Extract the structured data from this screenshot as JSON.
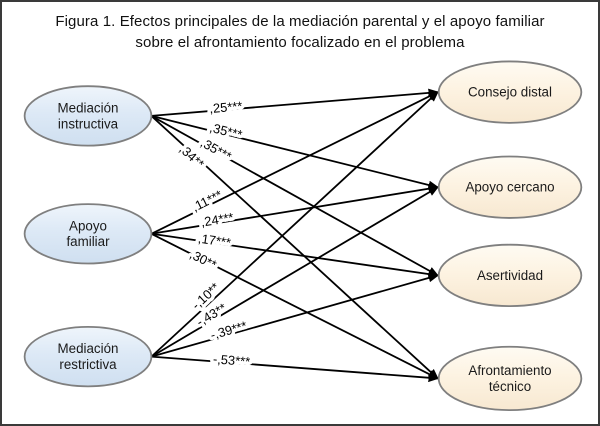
{
  "header": {
    "title_line1": "Figura 1. Efectos principales de la mediación parental y el apoyo familiar",
    "title_line2": "sobre el afrontamiento focalizado en el problema"
  },
  "colors": {
    "left_node_fill": "#dde9f6",
    "left_node_fill_light": "#eff5fb",
    "left_node_fill_dark": "#cfdff0",
    "right_node_fill": "#fdf3e2",
    "right_node_fill_light": "#fefbf3",
    "right_node_fill_dark": "#f7e8d1",
    "node_border": "#7f7f7f",
    "edge_color": "#000000",
    "background": "#ffffff",
    "frame_border": "#3a3a3a"
  },
  "chart_data": {
    "type": "path-diagram",
    "title": "Figura 1. Efectos principales de la mediación parental y el apoyo familiar sobre el afrontamiento focalizado en el problema",
    "left_nodes": [
      {
        "id": "mediacion_instructiva",
        "label_lines": [
          "Mediación",
          "instructiva"
        ]
      },
      {
        "id": "apoyo_familiar",
        "label_lines": [
          "Apoyo",
          "familiar"
        ]
      },
      {
        "id": "mediacion_restrictiva",
        "label_lines": [
          "Mediación",
          "restrictiva"
        ]
      }
    ],
    "right_nodes": [
      {
        "id": "consejo_distal",
        "label_lines": [
          "Consejo distal"
        ]
      },
      {
        "id": "apoyo_cercano",
        "label_lines": [
          "Apoyo cercano"
        ]
      },
      {
        "id": "asertividad",
        "label_lines": [
          "Asertividad"
        ]
      },
      {
        "id": "afrontamiento_tecnico",
        "label_lines": [
          "Afrontamiento",
          "técnico"
        ]
      }
    ],
    "edges": [
      {
        "from": "mediacion_instructiva",
        "to": "consejo_distal",
        "coefficient": ",25***"
      },
      {
        "from": "mediacion_instructiva",
        "to": "apoyo_cercano",
        "coefficient": ",35***"
      },
      {
        "from": "mediacion_instructiva",
        "to": "asertividad",
        "coefficient": ",35***"
      },
      {
        "from": "mediacion_instructiva",
        "to": "afrontamiento_tecnico",
        "coefficient": ",34**"
      },
      {
        "from": "apoyo_familiar",
        "to": "consejo_distal",
        "coefficient": ",11***"
      },
      {
        "from": "apoyo_familiar",
        "to": "apoyo_cercano",
        "coefficient": ",24***"
      },
      {
        "from": "apoyo_familiar",
        "to": "asertividad",
        "coefficient": ",17***"
      },
      {
        "from": "apoyo_familiar",
        "to": "afrontamiento_tecnico",
        "coefficient": ",30**"
      },
      {
        "from": "mediacion_restrictiva",
        "to": "consejo_distal",
        "coefficient": "-,10**"
      },
      {
        "from": "mediacion_restrictiva",
        "to": "apoyo_cercano",
        "coefficient": "-,43**"
      },
      {
        "from": "mediacion_restrictiva",
        "to": "asertividad",
        "coefficient": "-,39***"
      },
      {
        "from": "mediacion_restrictiva",
        "to": "afrontamiento_tecnico",
        "coefficient": "-,53***"
      }
    ]
  }
}
